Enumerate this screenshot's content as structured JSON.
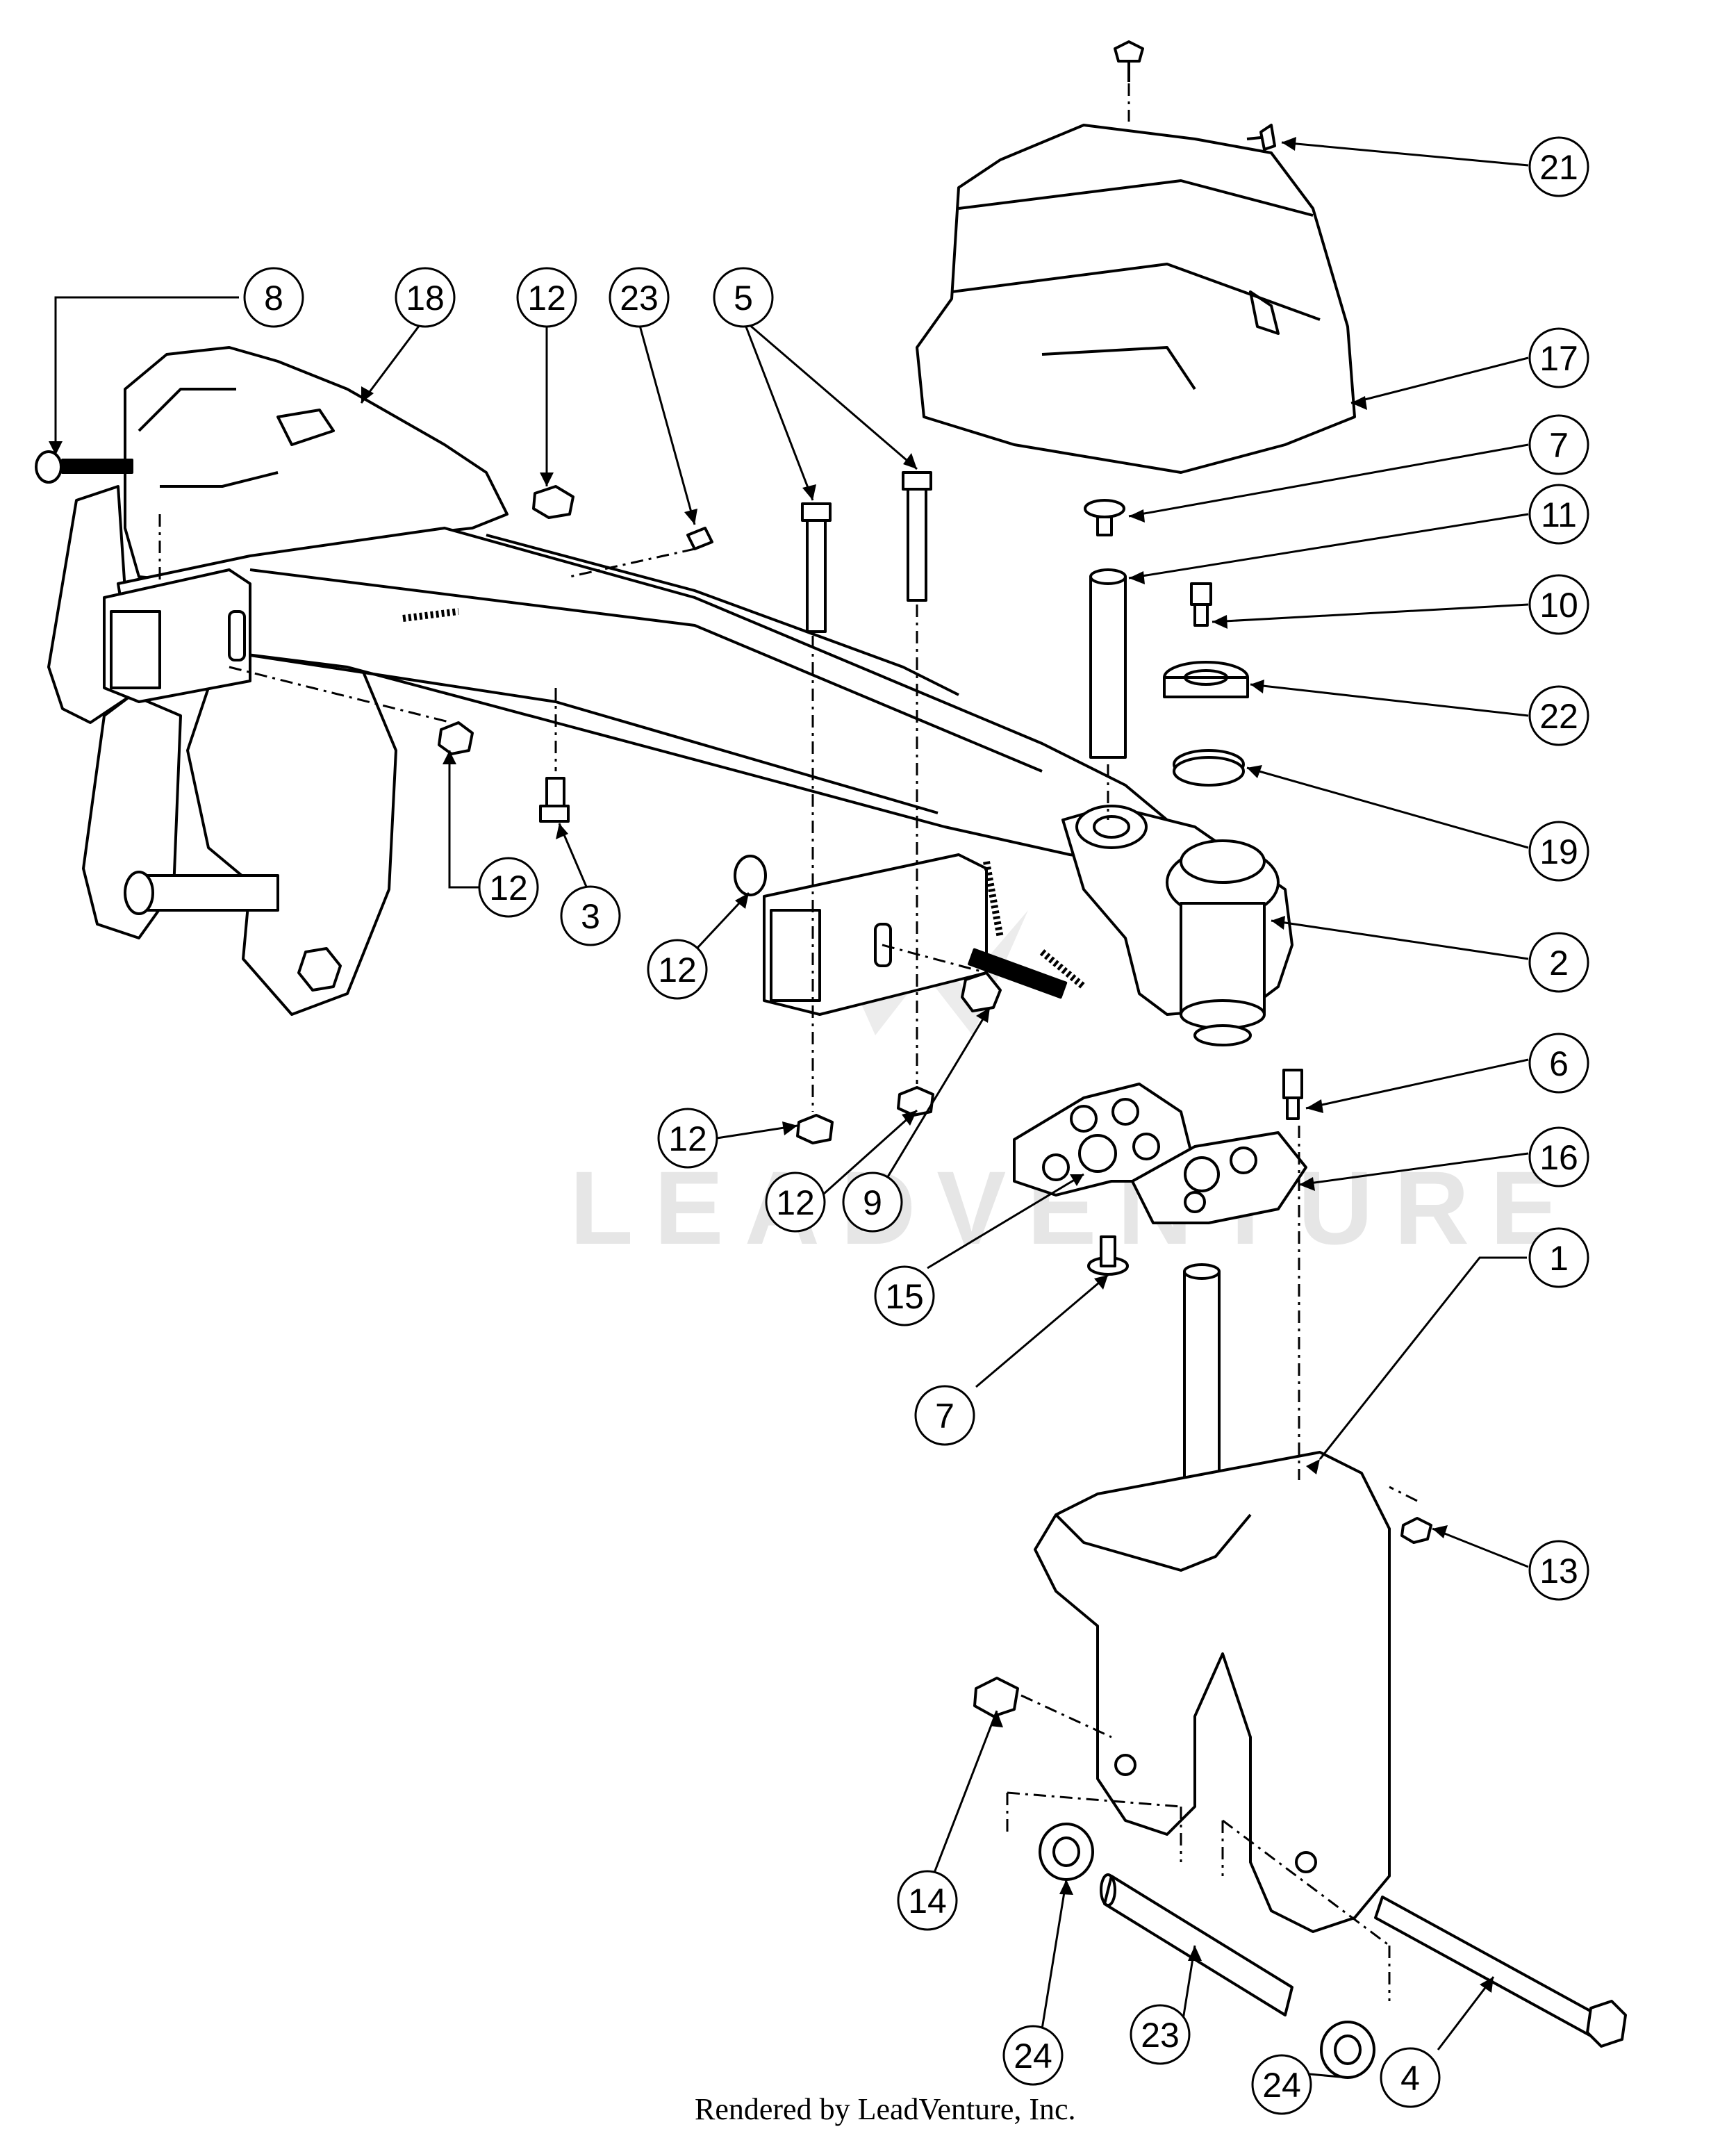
{
  "callouts": [
    {
      "label": "8"
    },
    {
      "label": "18"
    },
    {
      "label": "12"
    },
    {
      "label": "23"
    },
    {
      "label": "5"
    },
    {
      "label": "21"
    },
    {
      "label": "17"
    },
    {
      "label": "7"
    },
    {
      "label": "11"
    },
    {
      "label": "10"
    },
    {
      "label": "22"
    },
    {
      "label": "19"
    },
    {
      "label": "12"
    },
    {
      "label": "3"
    },
    {
      "label": "12"
    },
    {
      "label": "2"
    },
    {
      "label": "6"
    },
    {
      "label": "12"
    },
    {
      "label": "12"
    },
    {
      "label": "9"
    },
    {
      "label": "16"
    },
    {
      "label": "15"
    },
    {
      "label": "1"
    },
    {
      "label": "7"
    },
    {
      "label": "13"
    },
    {
      "label": "14"
    },
    {
      "label": "24"
    },
    {
      "label": "23"
    },
    {
      "label": "24"
    },
    {
      "label": "4"
    }
  ],
  "watermark": {
    "text": "LEADVENTURE"
  },
  "footer": {
    "text": "Rendered by LeadVenture, Inc."
  }
}
